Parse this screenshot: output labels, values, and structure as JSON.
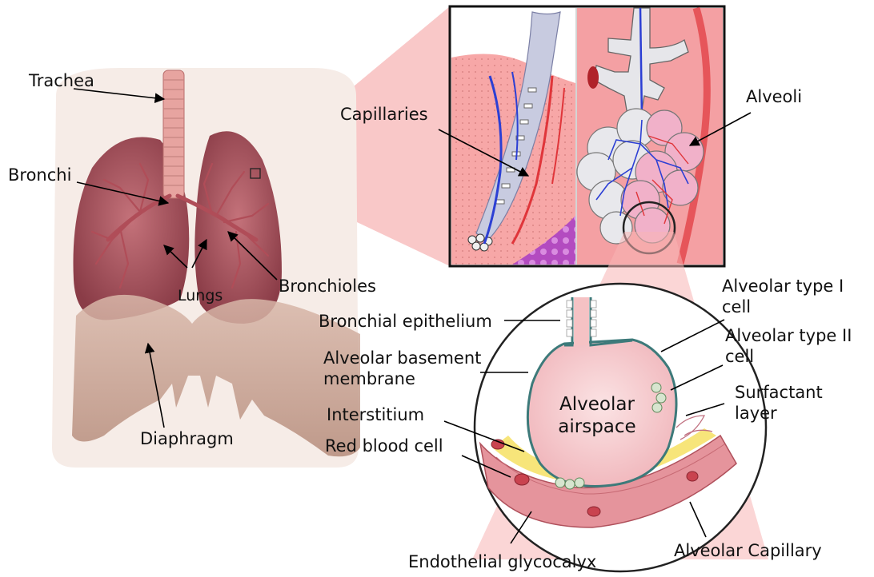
{
  "labels": {
    "trachea": "Trachea",
    "bronchi": "Bronchi",
    "lungs": "Lungs",
    "bronchioles": "Bronchioles",
    "diaphragm": "Diaphragm",
    "capillaries": "Capillaries",
    "alveoli": "Alveoli",
    "bronchial_epithelium": "Bronchial epithelium",
    "alveolar_type_1": [
      "Alveolar type I",
      "cell"
    ],
    "alveolar_type_2": [
      "Alveolar type II",
      "cell"
    ],
    "alveolar_basement": [
      "Alveolar basement",
      "membrane"
    ],
    "surfactant": [
      "Surfactant",
      "layer"
    ],
    "interstitium": "Interstitium",
    "alveolar_airspace": [
      "Alveolar",
      "airspace"
    ],
    "red_blood_cell": "Red blood cell",
    "endothelial_glycocalyx": "Endothelial glycocalyx",
    "alveolar_capillary": "Alveolar Capillary"
  },
  "colors": {
    "lung": "#a8545e",
    "lung_dark": "#7e3340",
    "zoom_pink": "#f4a6a6",
    "zoom_pink_light": "#f9cccc",
    "vein_blue": "#2c3fd4",
    "artery_red": "#e0353a",
    "interstitium_yellow": "#f7e57a",
    "airspace": "#f8d6d9",
    "diaphragm": "#c9a393",
    "body": "#f5ebe6"
  }
}
